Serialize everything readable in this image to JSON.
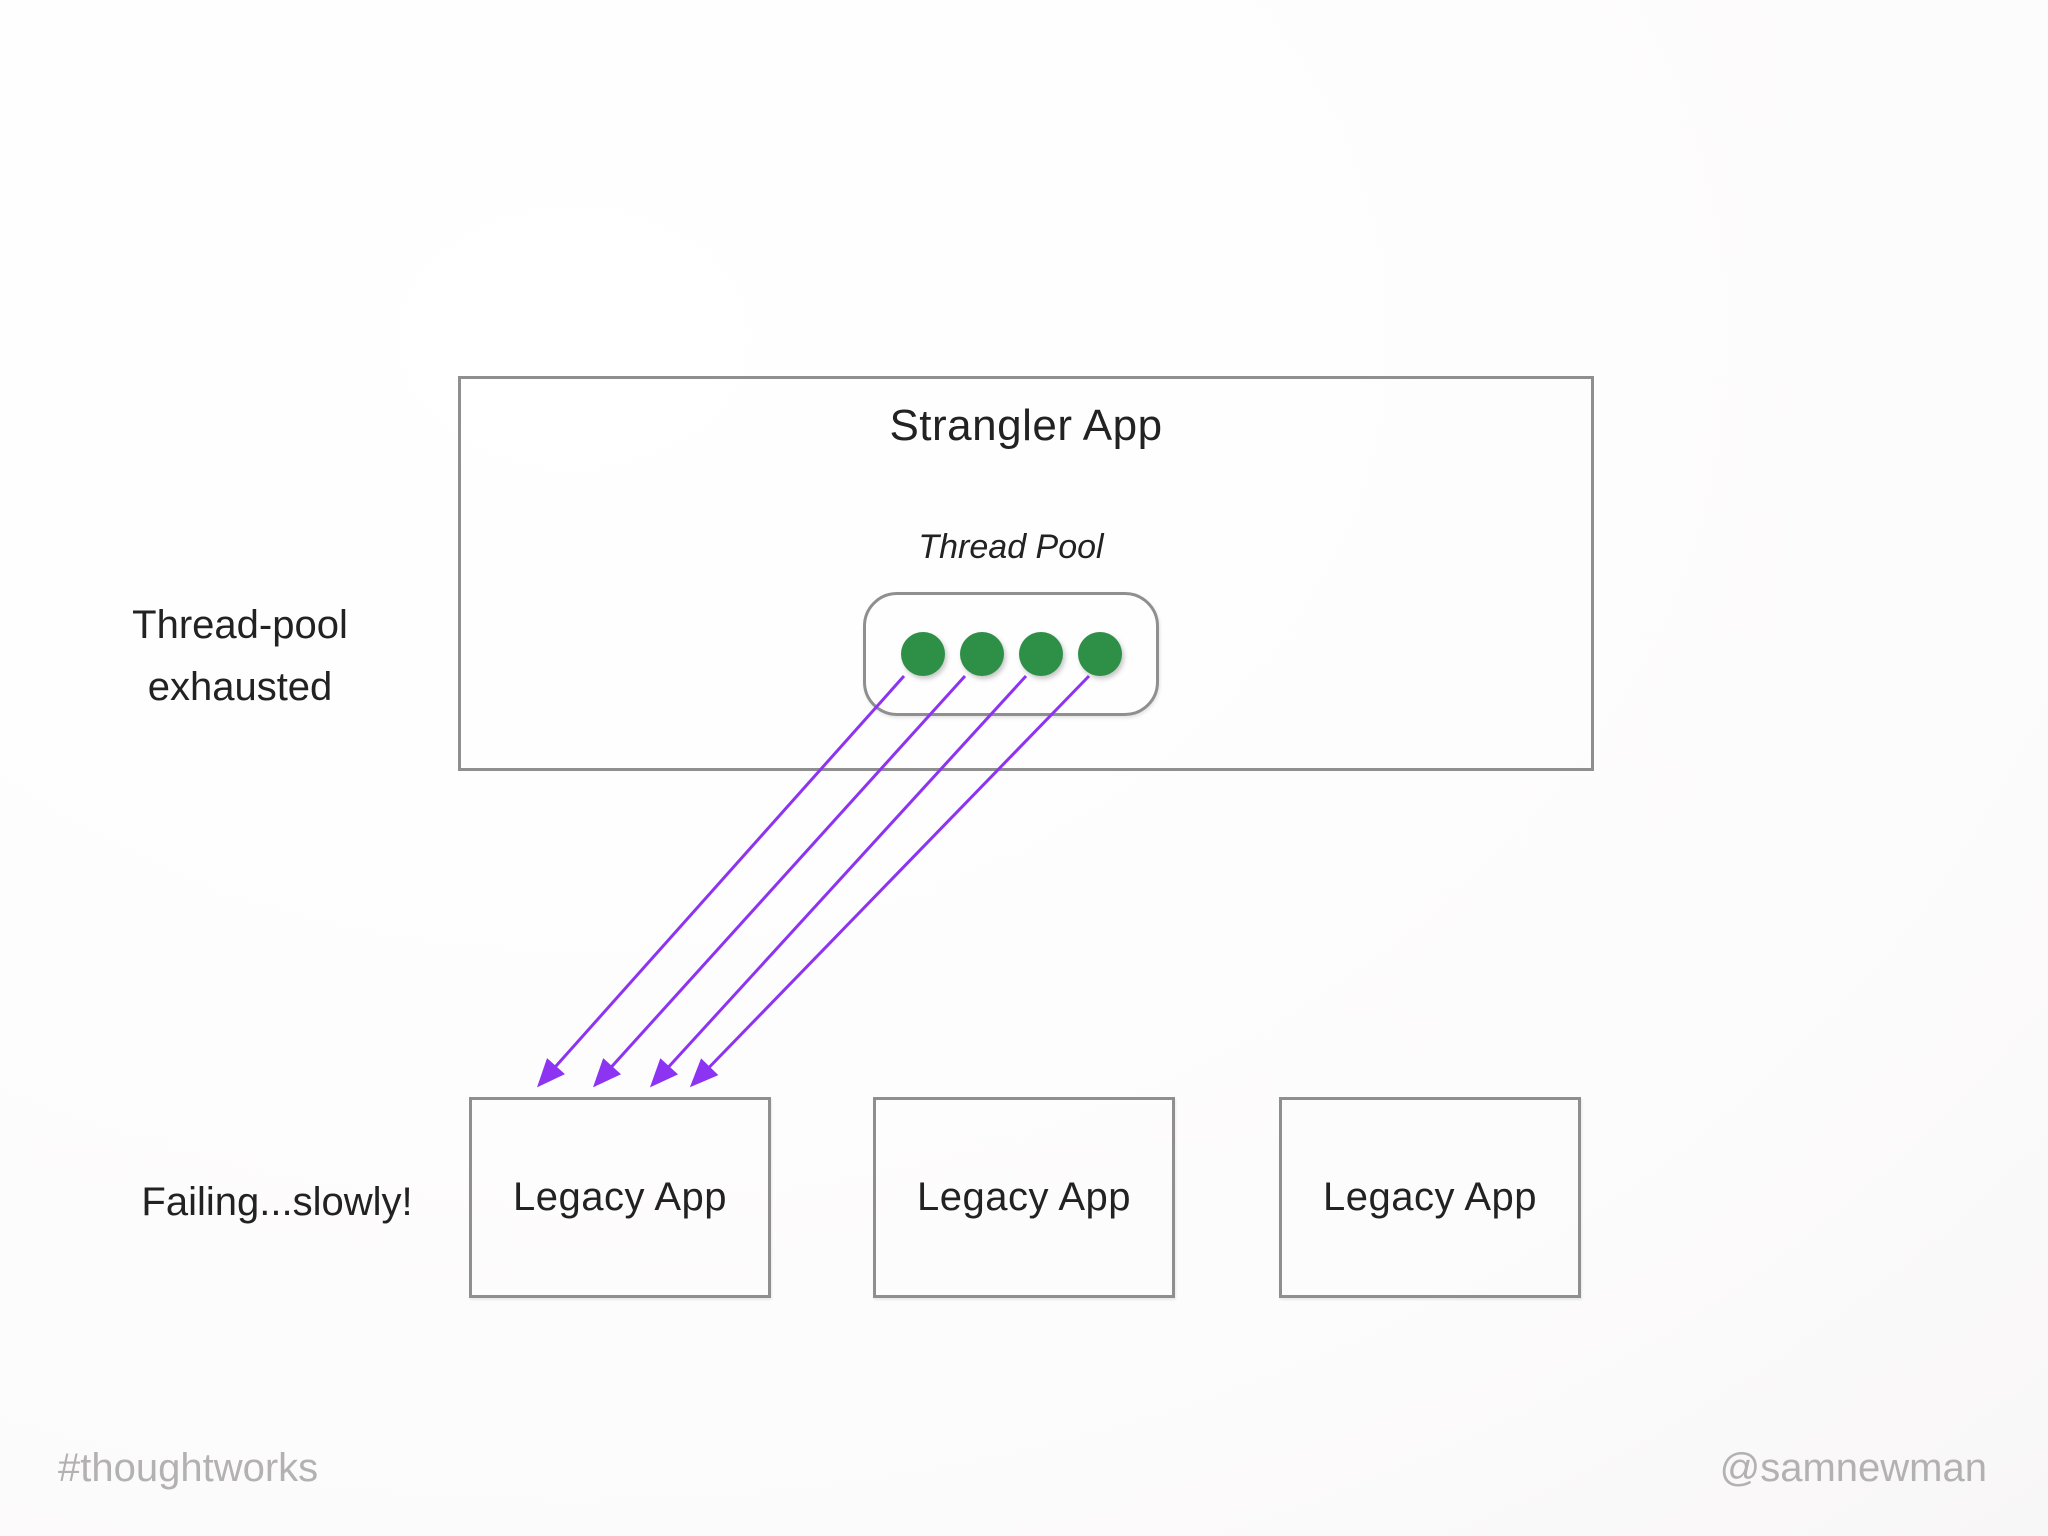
{
  "annotations": {
    "thread_pool_exhausted": "Thread-pool\nexhausted",
    "failing_slowly": "Failing...slowly!"
  },
  "strangler": {
    "title": "Strangler App",
    "thread_pool_label": "Thread Pool",
    "thread_count": 4
  },
  "legacy_apps": [
    {
      "label": "Legacy App"
    },
    {
      "label": "Legacy App"
    },
    {
      "label": "Legacy App"
    }
  ],
  "footer": {
    "left": "#thoughtworks",
    "right": "@samnewman"
  },
  "colors": {
    "thread_dot": "#2e8f47",
    "arrow": "#8d33f2",
    "box_border": "#8f8f8f",
    "text": "#222222",
    "footer_text": "#b3b1b1"
  }
}
